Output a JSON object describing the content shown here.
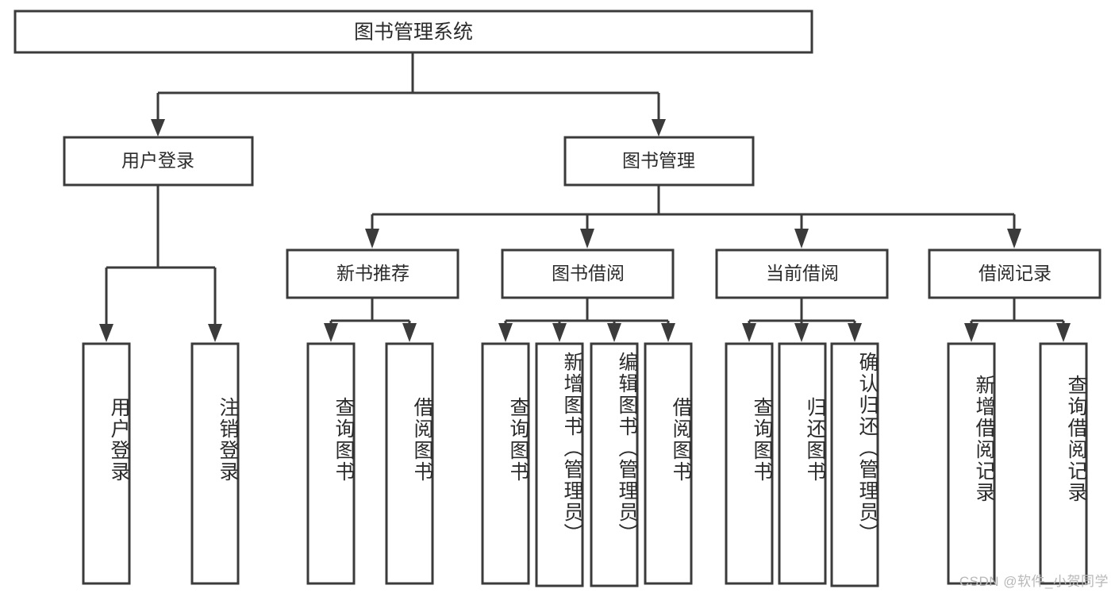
{
  "diagram": {
    "title": "图书管理系统",
    "type": "tree",
    "watermark": "CSDN @软件_小贺同学",
    "colors": {
      "box_stroke": "#3b3b3b",
      "box_fill": "#ffffff",
      "text": "#2b2b2b",
      "connector": "#3b3b3b",
      "background": "#ffffff",
      "watermark": "#b8b8b8"
    },
    "root": {
      "label": "图书管理系统"
    },
    "level2": [
      {
        "label": "用户登录"
      },
      {
        "label": "图书管理"
      }
    ],
    "level3": [
      {
        "label": "新书推荐"
      },
      {
        "label": "图书借阅"
      },
      {
        "label": "当前借阅"
      },
      {
        "label": "借阅记录"
      }
    ],
    "leaves": {
      "user_login": [
        {
          "label": "用户登录"
        },
        {
          "label": "注销登录"
        }
      ],
      "new_book_recommend": [
        {
          "label": "查询图书"
        },
        {
          "label": "借阅图书"
        }
      ],
      "book_borrow": [
        {
          "label": "查询图书"
        },
        {
          "label": "新增图书（管理员）"
        },
        {
          "label": "编辑图书（管理员）"
        },
        {
          "label": "借阅图书"
        }
      ],
      "current_borrow": [
        {
          "label": "查询图书"
        },
        {
          "label": "归还图书"
        },
        {
          "label": "确认归还（管理员）"
        }
      ],
      "borrow_record": [
        {
          "label": "新增借阅记录"
        },
        {
          "label": "查询借阅记录"
        }
      ]
    }
  }
}
